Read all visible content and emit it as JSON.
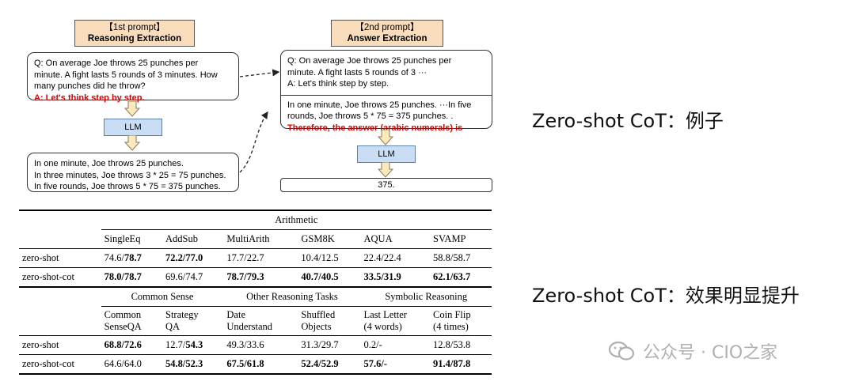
{
  "prompt1": {
    "tag": "【1st prompt】",
    "title": "Reasoning Extraction"
  },
  "prompt2": {
    "tag": "【2nd prompt】",
    "title": "Answer Extraction"
  },
  "q1": {
    "line1": "Q: On average Joe throws 25 punches per",
    "line2": "minute.  A fight lasts 5 rounds of 3 minutes.  How",
    "line3": "many punches did he throw?",
    "trigger": "A: Let's think step by step."
  },
  "llm_label": "LLM",
  "reasoning": {
    "line1": "In one minute, Joe throws 25 punches.",
    "line2": "In three minutes, Joe throws 3 * 25 = 75 punches.",
    "line3": "In five rounds, Joe throws 5 * 75 = 375 punches."
  },
  "q2": {
    "line1": "Q: On average Joe throws 25 punches per",
    "line2": "minute.  A fight lasts 5 rounds of 3 ···",
    "line3": "A: Let's think step by step.",
    "line4": "In one minute, Joe throws 25 punches. ···In five",
    "line5": "rounds, Joe throws 5 * 75 = 375 punches. .",
    "trigger": "Therefore, the answer (arabic numerals) is"
  },
  "answer": "375.",
  "labels": {
    "example": "Zero-shot CoT：例子",
    "result": "Zero-shot CoT：效果明显提升"
  },
  "table": {
    "group1": "Arithmetic",
    "cols1": [
      "SingleEq",
      "AddSub",
      "MultiArith",
      "GSM8K",
      "AQUA",
      "SVAMP"
    ],
    "rows1": [
      {
        "name": "zero-shot",
        "cells": [
          [
            "74.6/",
            "78.7"
          ],
          [
            "72.2/77.0",
            ""
          ],
          [
            "17.7/22.7",
            ""
          ],
          [
            "10.4/12.5",
            ""
          ],
          [
            "22.4/22.4",
            ""
          ],
          [
            "58.8/58.7",
            ""
          ]
        ],
        "bold_first": [
          false,
          true,
          false,
          false,
          false,
          false
        ]
      },
      {
        "name": "zero-shot-cot",
        "cells": [
          [
            "78.0/78.7",
            ""
          ],
          [
            "69.6/74.7",
            ""
          ],
          [
            "78.7/79.3",
            ""
          ],
          [
            "40.7/40.5",
            ""
          ],
          [
            "33.5/31.9",
            ""
          ],
          [
            "62.1/63.7",
            ""
          ]
        ],
        "bold_first": [
          true,
          false,
          true,
          true,
          true,
          true
        ]
      }
    ],
    "group2a": "Common Sense",
    "group2b": "Other Reasoning Tasks",
    "group2c": "Symbolic Reasoning",
    "cols2": [
      [
        "Common",
        "SenseQA"
      ],
      [
        "Strategy",
        "QA"
      ],
      [
        "Date",
        "Understand"
      ],
      [
        "Shuffled",
        "Objects"
      ],
      [
        "Last Letter",
        "(4 words)"
      ],
      [
        "Coin Flip",
        "(4 times)"
      ]
    ],
    "rows2": [
      {
        "name": "zero-shot",
        "cells": [
          [
            "68.8/72.6",
            ""
          ],
          [
            "12.7/",
            "54.3"
          ],
          [
            "49.3/33.6",
            ""
          ],
          [
            "31.3/29.7",
            ""
          ],
          [
            "0.2/-",
            ""
          ],
          [
            "12.8/53.8",
            ""
          ]
        ],
        "bold_first": [
          true,
          false,
          false,
          false,
          false,
          false
        ]
      },
      {
        "name": "zero-shot-cot",
        "cells": [
          [
            "64.6/64.0",
            ""
          ],
          [
            "54.8/",
            "52.3"
          ],
          [
            "67.5/61.8",
            ""
          ],
          [
            "52.4/52.9",
            ""
          ],
          [
            "57.6/-",
            ""
          ],
          [
            "91.4/87.8",
            ""
          ]
        ],
        "bold_first": [
          false,
          true,
          true,
          true,
          true,
          true
        ]
      }
    ]
  },
  "watermark": "公众号 · CIO之家",
  "colors": {
    "header_bg": "#f8dcbc",
    "llm_bg": "#c9def5",
    "trigger_red": "#e00000"
  }
}
